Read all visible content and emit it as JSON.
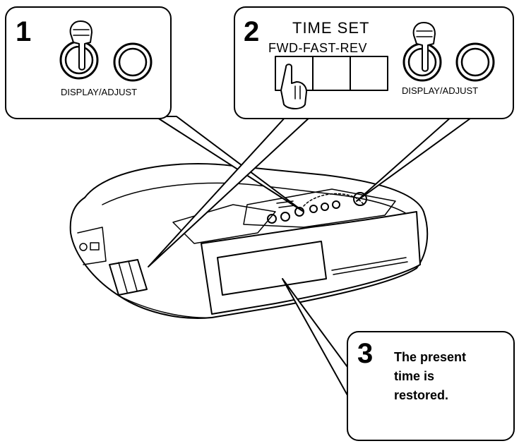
{
  "steps": [
    {
      "number": "1",
      "button_label": "DISPLAY/ADJUST"
    },
    {
      "number": "2",
      "title": "TIME SET",
      "subtitle": "FWD-FAST-REV",
      "button_label": "DISPLAY/ADJUST"
    },
    {
      "number": "3",
      "message_lines": [
        "The present",
        "time is",
        "restored."
      ]
    }
  ],
  "icons": {
    "press_hand": "pointing-hand-icon",
    "button": "round-button-icon"
  }
}
